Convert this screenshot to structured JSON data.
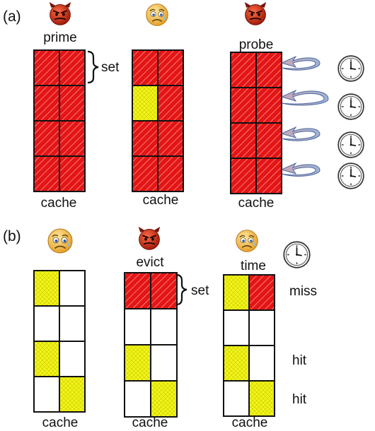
{
  "colors": {
    "red": "#e41515",
    "yellow": "#f2f51a",
    "empty": "#ffffff",
    "grid": "#111111",
    "arrow": "#b79aa9",
    "arrow_edge": "#4a6aa0",
    "devil_face": "#c62a12",
    "worried_face": "#f3b83e"
  },
  "panel_a": {
    "label": "(a)",
    "prime": {
      "title": "prime",
      "icon": "devil-icon",
      "caption": "cache",
      "set_label": "set",
      "cells": [
        [
          "red",
          "red"
        ],
        [
          "red",
          "red"
        ],
        [
          "red",
          "red"
        ],
        [
          "red",
          "red"
        ]
      ]
    },
    "victim": {
      "icon": "worried-face-icon",
      "caption": "cache",
      "cells": [
        [
          "red",
          "red"
        ],
        [
          "yellow",
          "red"
        ],
        [
          "red",
          "red"
        ],
        [
          "red",
          "red"
        ]
      ]
    },
    "probe": {
      "title": "probe",
      "icon": "devil-icon",
      "caption": "cache",
      "clock_icon": "clock-icon",
      "cells": [
        [
          "red",
          "red"
        ],
        [
          "red",
          "red"
        ],
        [
          "red",
          "red"
        ],
        [
          "red",
          "red"
        ]
      ]
    }
  },
  "panel_b": {
    "label": "(b)",
    "victim": {
      "icon": "worried-face-icon",
      "caption": "cache",
      "cells": [
        [
          "yellow",
          "empty"
        ],
        [
          "empty",
          "empty"
        ],
        [
          "yellow",
          "empty"
        ],
        [
          "empty",
          "yellow"
        ]
      ]
    },
    "evict": {
      "title": "evict",
      "icon": "devil-icon",
      "caption": "cache",
      "set_label": "set",
      "cells": [
        [
          "red",
          "red"
        ],
        [
          "empty",
          "empty"
        ],
        [
          "yellow",
          "empty"
        ],
        [
          "empty",
          "yellow"
        ]
      ]
    },
    "time": {
      "title": "time",
      "icon": "worried-face-icon",
      "clock_icon": "clock-icon",
      "caption": "cache",
      "cells": [
        [
          "yellow",
          "red"
        ],
        [
          "empty",
          "empty"
        ],
        [
          "yellow",
          "empty"
        ],
        [
          "empty",
          "yellow"
        ]
      ],
      "results": [
        "miss",
        "",
        "hit",
        "hit"
      ]
    }
  }
}
